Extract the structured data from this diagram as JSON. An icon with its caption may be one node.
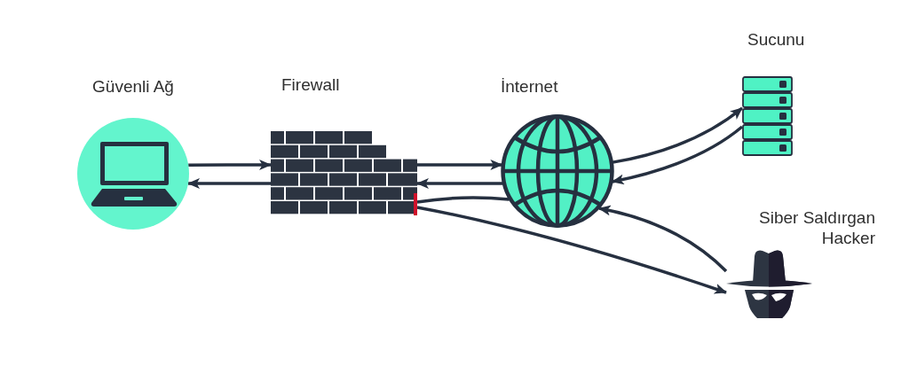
{
  "diagram": {
    "nodes": [
      {
        "text": [
          "Güvenli Ağ"
        ]
      },
      {
        "text": [
          "Firewall"
        ]
      },
      {
        "text": [
          "İnternet"
        ]
      },
      {
        "text": [
          "Sucunu"
        ]
      },
      {
        "text": [
          "Siber Saldırgan Hacker"
        ]
      }
    ],
    "edges": [
      {
        "from": 0,
        "to": 1,
        "arrow": "to"
      },
      {
        "from": 1,
        "to": 0,
        "arrow": "to"
      },
      {
        "from": 1,
        "to": 2,
        "arrow": "to"
      },
      {
        "from": 2,
        "to": 1,
        "arrow": "to"
      },
      {
        "from": 2,
        "to": 1,
        "arrow": "none"
      },
      {
        "from": 1,
        "to": 4,
        "arrow": "to"
      },
      {
        "from": 4,
        "to": 2,
        "arrow": "to"
      },
      {
        "from": 2,
        "to": 3,
        "arrow": "to"
      },
      {
        "from": 3,
        "to": 2,
        "arrow": "to"
      }
    ]
  }
}
